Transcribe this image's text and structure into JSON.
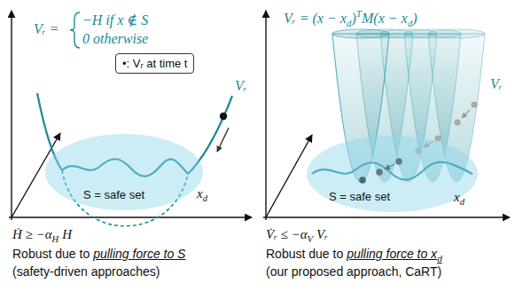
{
  "diagram": {
    "nodes": [
      {
        "text": [
          "•: Vᵣ at time t"
        ]
      },
      {
        "text": [
          "S = safe set"
        ]
      },
      {
        "text": [
          "S = safe set"
        ]
      }
    ],
    "labels": [
      "Vᵣ =",
      "−H if x ∉ S",
      "0 otherwise",
      "Vᵣ = (x − x",
      "d",
      ")",
      "T",
      "M(x − x",
      "d",
      ")",
      "Vᵣ",
      "Vᵣ",
      "x",
      "d",
      "x",
      "d",
      "Ḣ ≥ −α",
      "H",
      "H",
      "Robust due to",
      "pulling force to S",
      "(safety-driven approaches)",
      "V̇ᵣ ≤ −α",
      "V",
      "Vᵣ",
      "Robust due to",
      "pulling force to x",
      "d",
      "(our proposed approach, CaRT)"
    ]
  }
}
